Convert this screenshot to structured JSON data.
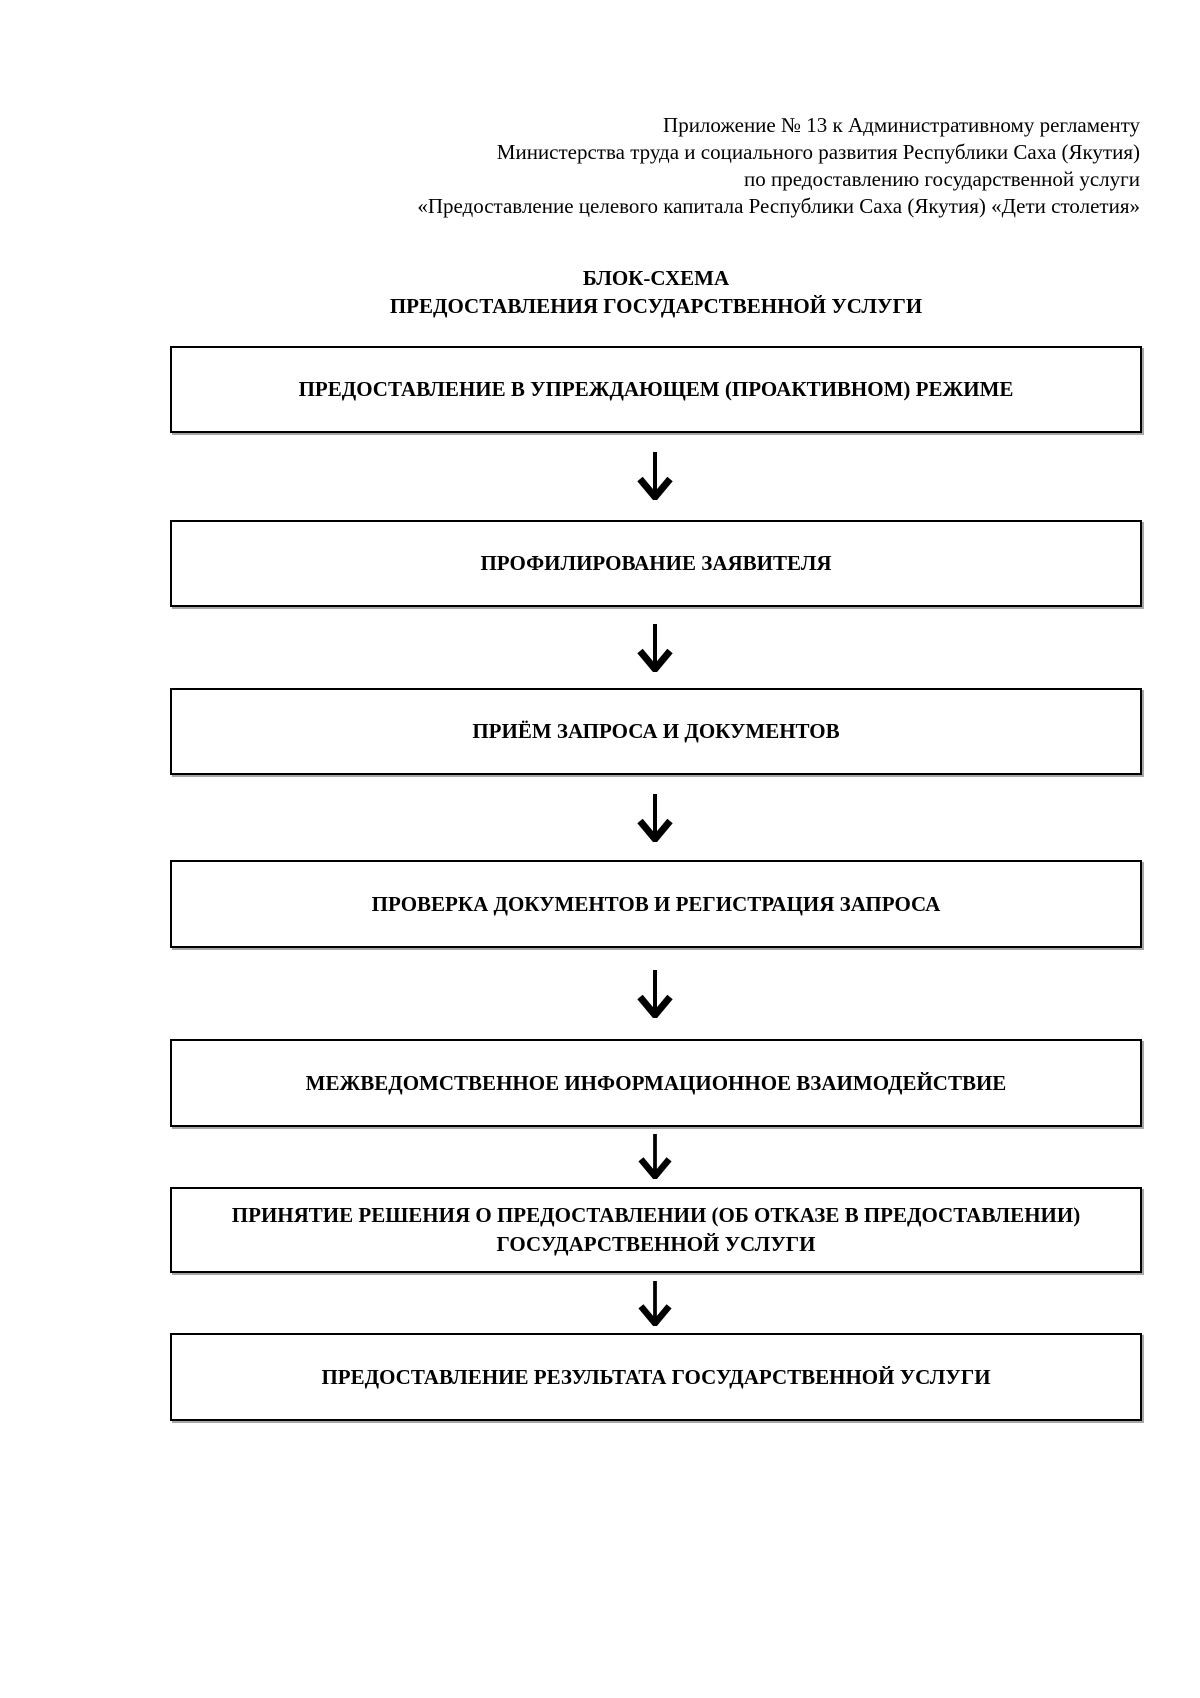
{
  "document": {
    "header_lines": [
      "Приложение № 13 к Административному регламенту",
      "Министерства труда и социального развития Республики Саха (Якутия)",
      "по предоставлению государственной услуги",
      "«Предоставление целевого капитала Республики Саха (Якутия) «Дети столетия»"
    ],
    "title": {
      "line1": "БЛОК-СХЕМА",
      "line2": "ПРЕДОСТАВЛЕНИЯ ГОСУДАРСТВЕННОЙ УСЛУГИ"
    }
  },
  "flowchart": {
    "steps": [
      {
        "label": "ПРЕДОСТАВЛЕНИЕ В УПРЕЖДАЮЩЕМ (ПРОАКТИВНОМ) РЕЖИМЕ"
      },
      {
        "label": "ПРОФИЛИРОВАНИЕ ЗАЯВИТЕЛЯ"
      },
      {
        "label": "ПРИЁМ ЗАПРОСА И ДОКУМЕНТОВ"
      },
      {
        "label": "ПРОВЕРКА ДОКУМЕНТОВ И РЕГИСТРАЦИЯ ЗАПРОСА"
      },
      {
        "label": "МЕЖВЕДОМСТВЕННОЕ ИНФОРМАЦИОННОЕ ВЗАИМОДЕЙСТВИЕ"
      },
      {
        "label": "ПРИНЯТИЕ РЕШЕНИЯ О ПРЕДОСТАВЛЕНИИ (ОБ ОТКАЗЕ В ПРЕДОСТАВЛЕНИИ) ГОСУДАРСТВЕННОЙ УСЛУГИ"
      },
      {
        "label": "ПРЕДОСТАВЛЕНИЕ РЕЗУЛЬТАТА ГОСУДАРСТВЕННОЙ УСЛУГИ"
      }
    ],
    "connector_icon": "down-arrow"
  },
  "colors": {
    "background": "#ffffff",
    "text": "#000000",
    "box_border": "#000000",
    "box_shadow": "#a6a6a6"
  }
}
